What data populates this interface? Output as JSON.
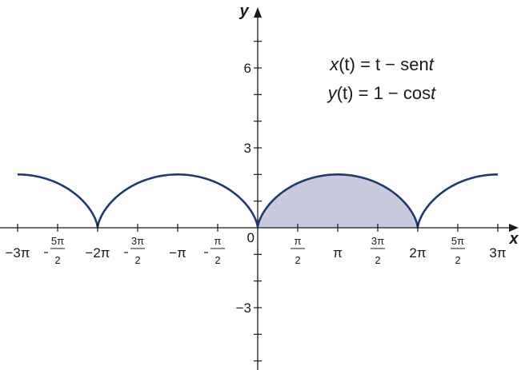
{
  "chart_data": {
    "type": "line",
    "title": "",
    "xlabel": "x",
    "ylabel": "y",
    "xlim": [
      -9.42478,
      9.42478
    ],
    "ylim": [
      -5.4,
      7.8
    ],
    "annotations": {
      "equation_x_lhs": "x",
      "equation_x_rest": "(t) = t − sen",
      "equation_x_var": "t",
      "equation_y_lhs": "y",
      "equation_y_rest": "(t) = 1 − cos",
      "equation_y_var": "t"
    },
    "curve": {
      "name": "cycloid",
      "parametric": {
        "x": "t - sin t",
        "y": "1 - cos t"
      },
      "t_range": [
        -9.42478,
        9.42478
      ],
      "color": "#1f3b6e"
    },
    "shaded_region": {
      "description": "area under one arch",
      "x_range": [
        0,
        6.28319
      ],
      "fill": "#c9cade"
    },
    "x_ticks": [
      {
        "value": -9.42478,
        "label": "−3π"
      },
      {
        "value": -7.85398,
        "num": "5π",
        "den": "2",
        "neg": true
      },
      {
        "value": -6.28319,
        "label": "−2π"
      },
      {
        "value": -4.71239,
        "num": "3π",
        "den": "2",
        "neg": true
      },
      {
        "value": -3.14159,
        "label": "−π"
      },
      {
        "value": -1.5708,
        "num": "π",
        "den": "2",
        "neg": true
      },
      {
        "value": 1.5708,
        "num": "π",
        "den": "2",
        "neg": false
      },
      {
        "value": 3.14159,
        "label": "π"
      },
      {
        "value": 4.71239,
        "num": "3π",
        "den": "2",
        "neg": false
      },
      {
        "value": 6.28319,
        "label": "2π"
      },
      {
        "value": 7.85398,
        "num": "5π",
        "den": "2",
        "neg": false
      },
      {
        "value": 9.42478,
        "label": "3π"
      }
    ],
    "origin_label": "0",
    "y_ticks_minor": [
      -5,
      -4,
      -3,
      -2,
      -1,
      1,
      2,
      3,
      4,
      5,
      6,
      7
    ],
    "y_tick_labels": [
      {
        "value": 6,
        "label": "6"
      },
      {
        "value": 3,
        "label": "3"
      },
      {
        "value": -3,
        "label": "−3"
      }
    ],
    "grid": false,
    "colors": {
      "axis": "#1a1a1a",
      "curve": "#1f3b6e",
      "shade": "#c9cade"
    }
  }
}
